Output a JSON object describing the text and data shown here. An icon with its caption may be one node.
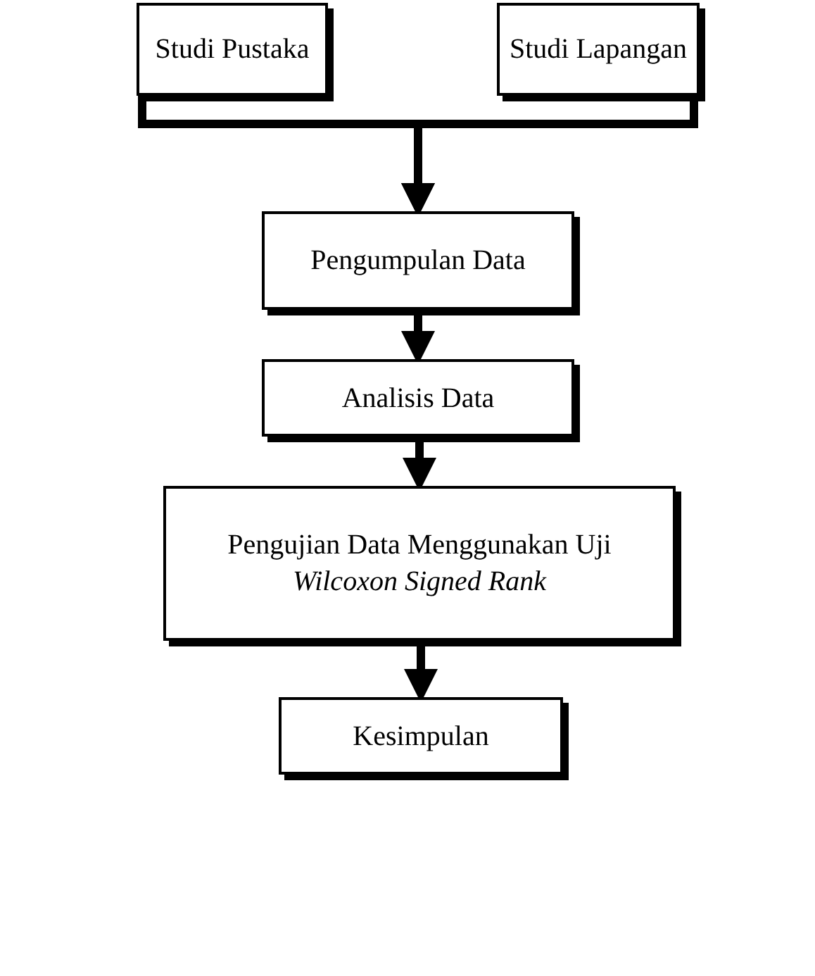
{
  "diagram": {
    "nodes": [
      {
        "text": [
          "Studi Pustaka"
        ]
      },
      {
        "text": [
          "Studi Lapangan"
        ]
      },
      {
        "text": [
          "Pengumpulan Data"
        ]
      },
      {
        "text": [
          "Analisis Data"
        ]
      },
      {
        "text": [
          "Pengujian Data Menggunakan Uji *Wilcoxon Signed Rank*"
        ]
      },
      {
        "text": [
          "Kesimpulan"
        ]
      }
    ],
    "edges": [
      {
        "from": 0,
        "to": 2,
        "arrow": "to"
      },
      {
        "from": 1,
        "to": 2,
        "arrow": "to"
      },
      {
        "from": 2,
        "to": 3,
        "arrow": "to"
      },
      {
        "from": 3,
        "to": 4,
        "arrow": "to"
      },
      {
        "from": 4,
        "to": 5,
        "arrow": "to"
      }
    ]
  }
}
